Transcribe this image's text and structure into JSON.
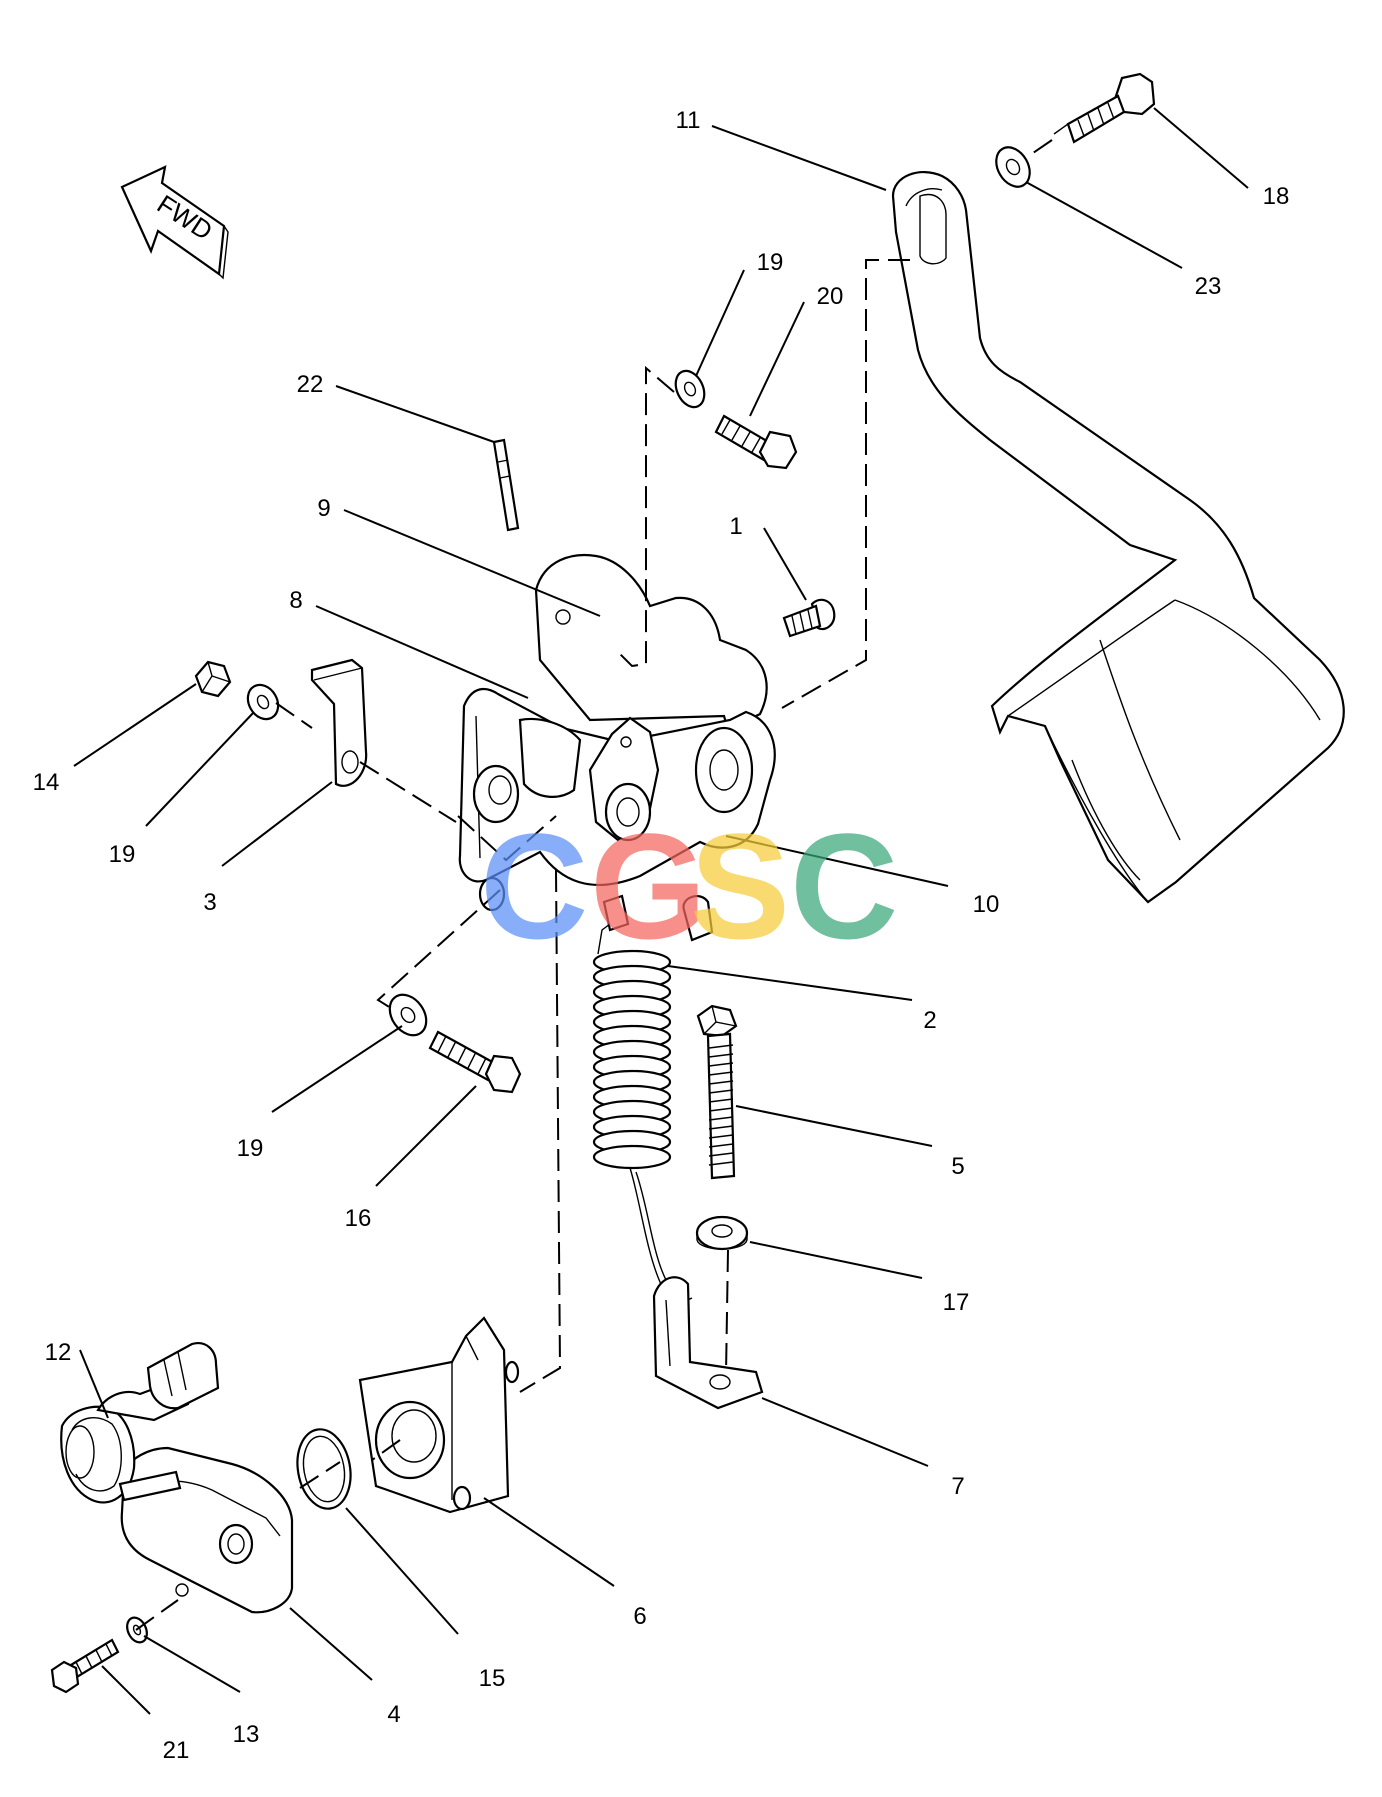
{
  "diagram": {
    "direction_label": "FWD",
    "watermark": {
      "letters": [
        "C",
        "G",
        "S",
        "C"
      ],
      "colors": [
        "#5b8ff9",
        "#f4665e",
        "#f6cd3b",
        "#3aa77a"
      ]
    },
    "callouts": [
      {
        "id": "c11",
        "label": "11"
      },
      {
        "id": "c18",
        "label": "18"
      },
      {
        "id": "c23",
        "label": "23"
      },
      {
        "id": "c19a",
        "label": "19"
      },
      {
        "id": "c20",
        "label": "20"
      },
      {
        "id": "c22",
        "label": "22"
      },
      {
        "id": "c9",
        "label": "9"
      },
      {
        "id": "c1",
        "label": "1"
      },
      {
        "id": "c8",
        "label": "8"
      },
      {
        "id": "c14",
        "label": "14"
      },
      {
        "id": "c19b",
        "label": "19"
      },
      {
        "id": "c3",
        "label": "3"
      },
      {
        "id": "c10",
        "label": "10"
      },
      {
        "id": "c2",
        "label": "2"
      },
      {
        "id": "c19c",
        "label": "19"
      },
      {
        "id": "c5",
        "label": "5"
      },
      {
        "id": "c16",
        "label": "16"
      },
      {
        "id": "c17",
        "label": "17"
      },
      {
        "id": "c12",
        "label": "12"
      },
      {
        "id": "c7",
        "label": "7"
      },
      {
        "id": "c6",
        "label": "6"
      },
      {
        "id": "c15",
        "label": "15"
      },
      {
        "id": "c4",
        "label": "4"
      },
      {
        "id": "c21",
        "label": "21"
      },
      {
        "id": "c13",
        "label": "13"
      }
    ]
  }
}
